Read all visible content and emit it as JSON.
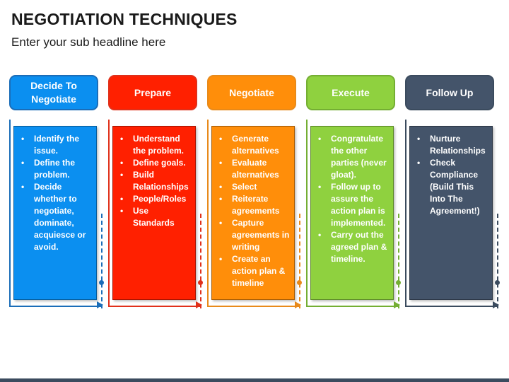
{
  "title": "NEGOTIATION TECHNIQUES",
  "subtitle": "Enter your sub headline here",
  "columns": [
    {
      "header": "Decide To Negotiate",
      "color": "#0b8ff0",
      "frame_color": "#1b6db8",
      "items": [
        "Identify the issue.",
        "Define the problem.",
        "Decide whether to negotiate, dominate, acquiesce or avoid."
      ]
    },
    {
      "header": "Prepare",
      "color": "#ff2000",
      "frame_color": "#e0301a",
      "items": [
        "Understand the problem.",
        "Define goals.",
        "Build Relationships",
        "People/Roles",
        "Use Standards"
      ]
    },
    {
      "header": "Negotiate",
      "color": "#ff8e0a",
      "frame_color": "#e88a1a",
      "items": [
        "Generate alternatives",
        "Evaluate alternatives",
        "Select",
        "Reiterate agreements",
        "Capture agreements in writing",
        "Create an action plan & timeline"
      ]
    },
    {
      "header": "Execute",
      "color": "#8fd13f",
      "frame_color": "#74ae33",
      "items": [
        "Congratulate the other parties (never gloat).",
        "Follow up to assure the action plan is implemented.",
        "Carry out the agreed plan & timeline."
      ]
    },
    {
      "header": "Follow Up",
      "color": "#44546a",
      "frame_color": "#3b4b5e",
      "items": [
        "Nurture Relationships",
        "Check Compliance (Build This Into The Agreement!)"
      ]
    }
  ]
}
